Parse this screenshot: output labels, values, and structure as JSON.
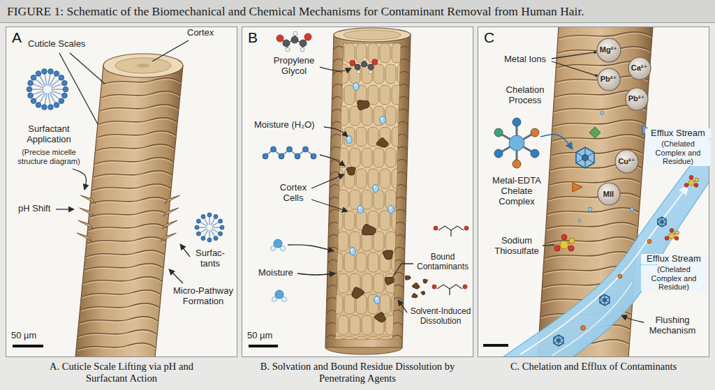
{
  "diagram": {
    "title": "FIGURE 1: Schematic of the Biomechanical and Chemical Mechanisms for Contaminant Removal from Human Hair.",
    "nodes": [
      {
        "text": [
          "A",
          "A. Cuticle Scale Lifting via pH and Surfactant Action"
        ]
      },
      {
        "text": [
          "B",
          "B. Solvation and Bound Residue Dissolution by Penetrating Agents"
        ]
      },
      {
        "text": [
          "C",
          "C. Chelation and Efflux of Contaminants"
        ]
      },
      {
        "text": [
          "Mg²⁺"
        ],
        "in": 2
      },
      {
        "text": [
          "Ca²⁺"
        ],
        "in": 2
      },
      {
        "text": [
          "Pb²⁺"
        ],
        "in": 2
      },
      {
        "text": [
          "Pb²⁺"
        ],
        "in": 2
      },
      {
        "text": [
          "Cu²⁺"
        ],
        "in": 2
      },
      {
        "text": [
          "MII"
        ],
        "in": 2
      }
    ],
    "labels": [
      "Cortex",
      "Cuticle Scales",
      "Surfactant Application",
      "(Precise micelle structure diagram)",
      "pH Shift",
      "Surfac- tants",
      "Micro-Pathway Formation",
      "50 µm",
      "Propylene Glycol",
      "Moisture (H₂O)",
      "Cortex Cells",
      "Moisture",
      "Bound Contaminants",
      "Solvent-Induced Dissolution",
      "50 µm",
      "Metal Ions",
      "Chelation Process",
      "Metal-EDTA Chelate Complex",
      "Efflux Stream",
      "(Chelated Complex and Residue)",
      "Sodium Thiosulfate",
      "Efflux Stream",
      "(Chelated Complex and Residue)",
      "Flushing Mechanism"
    ]
  }
}
